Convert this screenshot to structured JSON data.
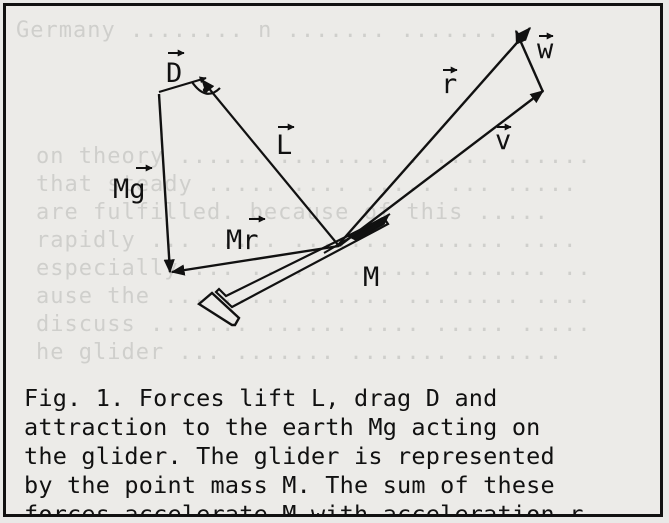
{
  "figure": {
    "vector_labels": {
      "drag": "D",
      "lift": "L",
      "gravity": "Mg",
      "inertial": "Mr",
      "position": "r",
      "velocity": "v",
      "wind": "w",
      "mass": "M"
    },
    "caption_lines": [
      "Fig. 1. Forces lift L, drag D and",
      "attraction to the earth Mg acting on",
      "the glider.  The glider is represented",
      "by the point mass M. The sum of these",
      "forces accelerate M with acceleration r."
    ]
  }
}
